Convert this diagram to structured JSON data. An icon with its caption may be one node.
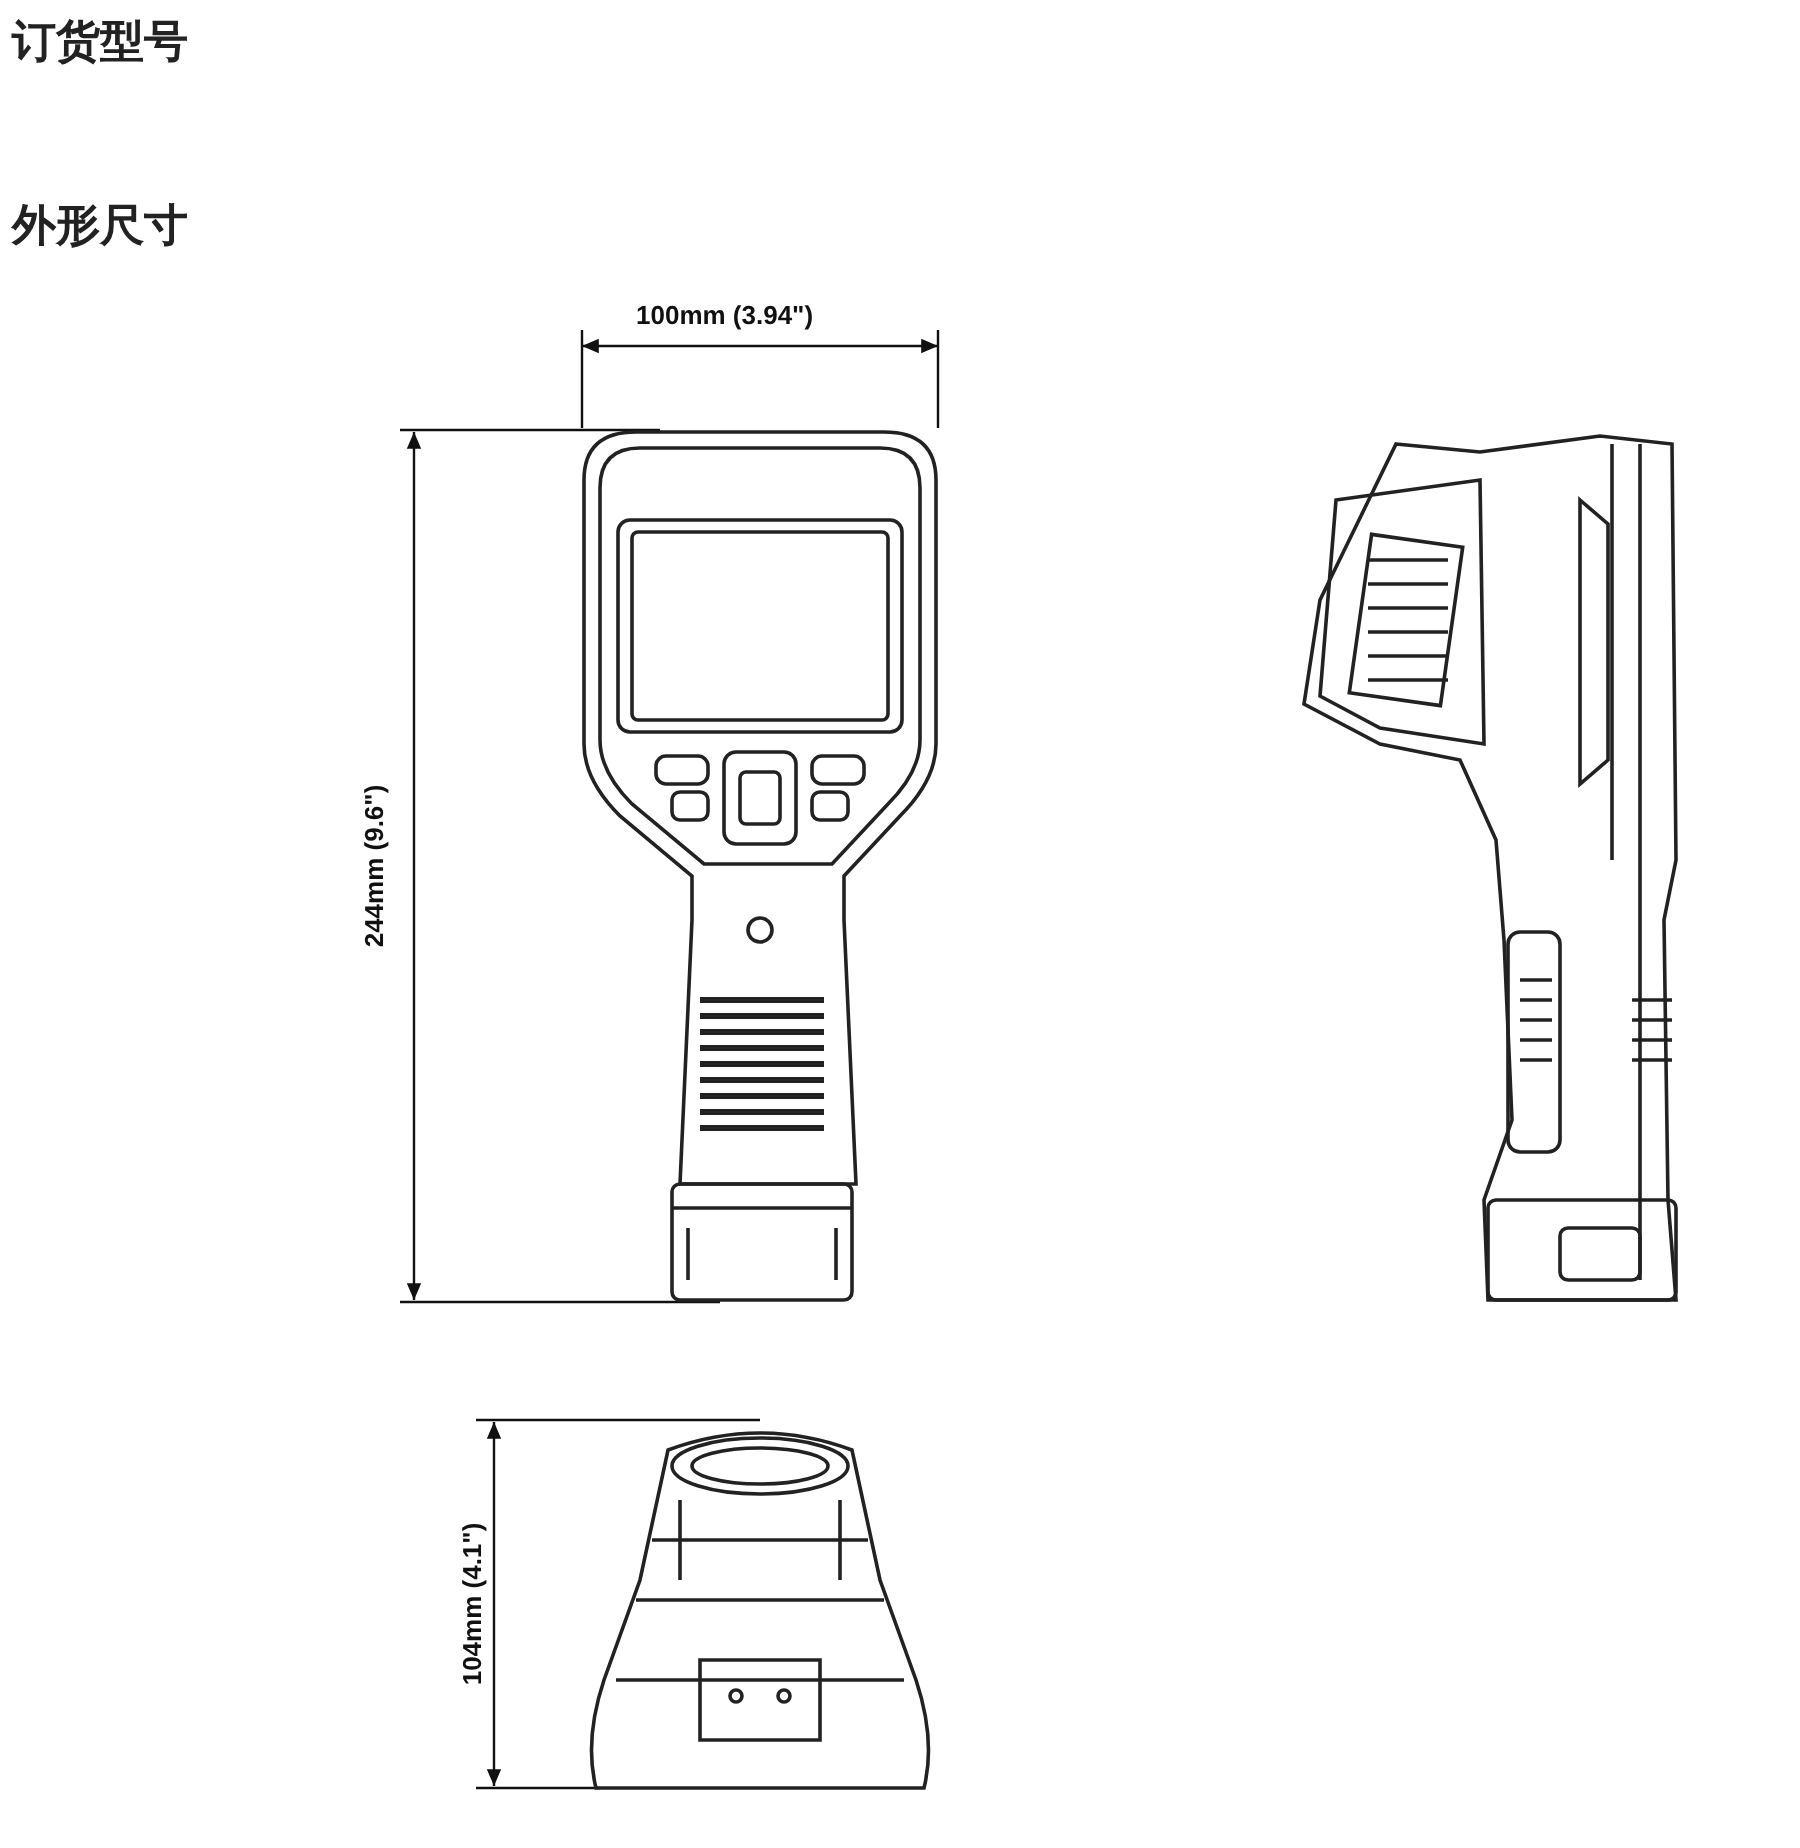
{
  "diagram": {
    "labels": [
      "订货型号",
      "外形尺寸",
      "100mm (3.94\")",
      "244mm (9.6\")",
      "104mm (4.1\")"
    ]
  }
}
